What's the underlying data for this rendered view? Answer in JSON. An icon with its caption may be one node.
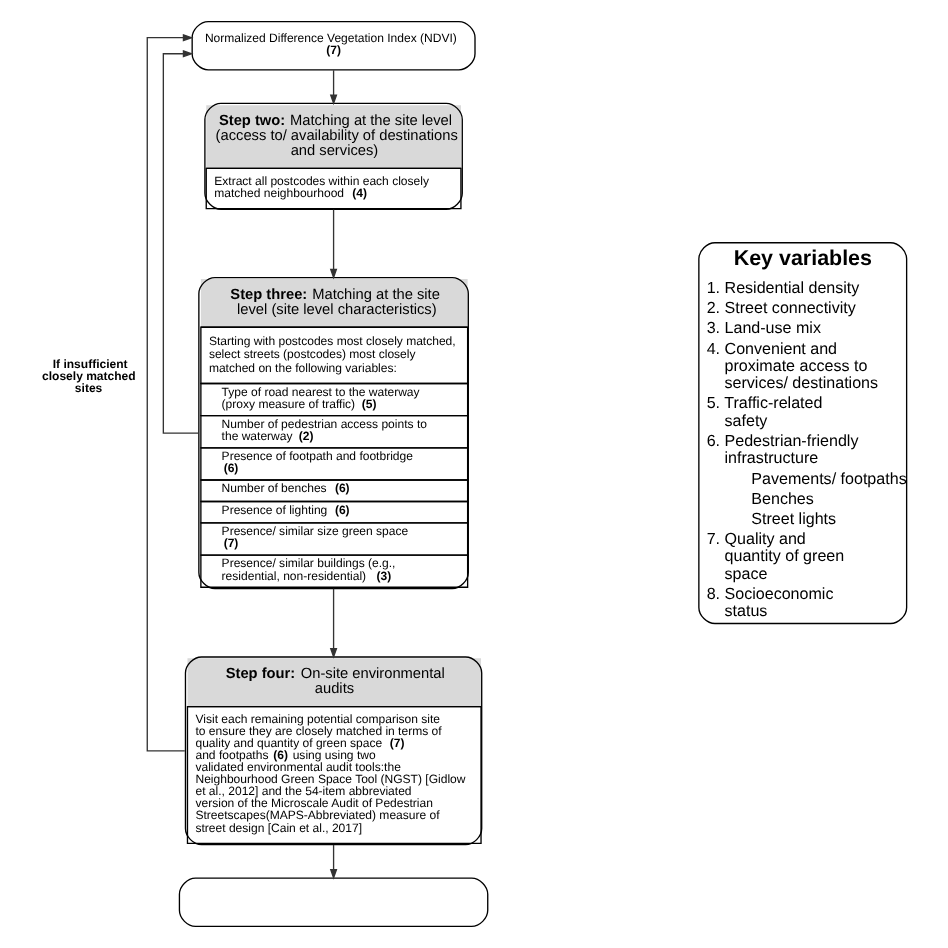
{
  "diagram": {
    "nodes": [
      {
        "text": [
          "Normalized Difference Vegetation Index (NDVI) **(7)**"
        ]
      },
      {
        "text": [
          "**Step two:** Matching at the site level (access to/ availability of destinations and services)",
          "Extract all postcodes within each closely matched neighbourhood **(4)**"
        ]
      },
      {
        "text": [
          "**Step three:** Matching at the site level (site level characteristics)",
          "Starting with postcodes most closely matched, select streets (postcodes) most closely matched on the following variables:",
          "Type of road nearest to the waterway (proxy measure of traffic) **(5)**",
          "Number of pedestrian access points to the waterway **(2)**",
          "Presence of footpath and footbridge **(6)**",
          "Number of benches **(6)**",
          "Presence of lighting **(6)**",
          "Presence/ similar size green space **(7)**",
          "Presence/ similar buildings (e.g., residential, non-residential) **(3)**"
        ]
      },
      {
        "text": [
          "**Step four:** On-site environmental audits",
          "Visit each remaining potential comparison site to ensure they are closely matched in terms of quality and quantity of green space **(7)** and footpaths **(6)** using using two validated environmental audit tools:the Neighbourhood Green Space Tool (NGST) [Gidlow et al., 2012] and the 54-item abbreviated version of the Microscale Audit of Pedestrian Streetscapes(MAPS-Abbreviated) measure of street design [Cain et al., 2017]"
        ]
      },
      {
        "text": [],
        "shape": "box"
      },
      {
        "text": [
          "Key variables",
          "1. Residential density",
          "2. Street connectivity",
          "3. Land-use mix",
          "4. Convenient and proximate access to services/ destinations",
          "5. Traffic-related safety",
          "6. Pedestrian-friendly infrastructure",
          "Pavements/ footpaths",
          "Benches",
          "Street lights",
          "7. Quality and quantity of green space",
          "8. Socioeconomic status"
        ]
      }
    ],
    "edges": [
      {
        "from": 0,
        "to": 1,
        "arrow": "to"
      },
      {
        "from": 1,
        "to": 2,
        "arrow": "to"
      },
      {
        "from": 2,
        "to": 3,
        "arrow": "to"
      },
      {
        "from": 3,
        "to": 4,
        "arrow": "to"
      },
      {
        "from": 2,
        "to": 0,
        "arrow": "to"
      },
      {
        "from": 3,
        "to": 0,
        "arrow": "to",
        "label": "If insufficient closely matched sites"
      }
    ]
  }
}
